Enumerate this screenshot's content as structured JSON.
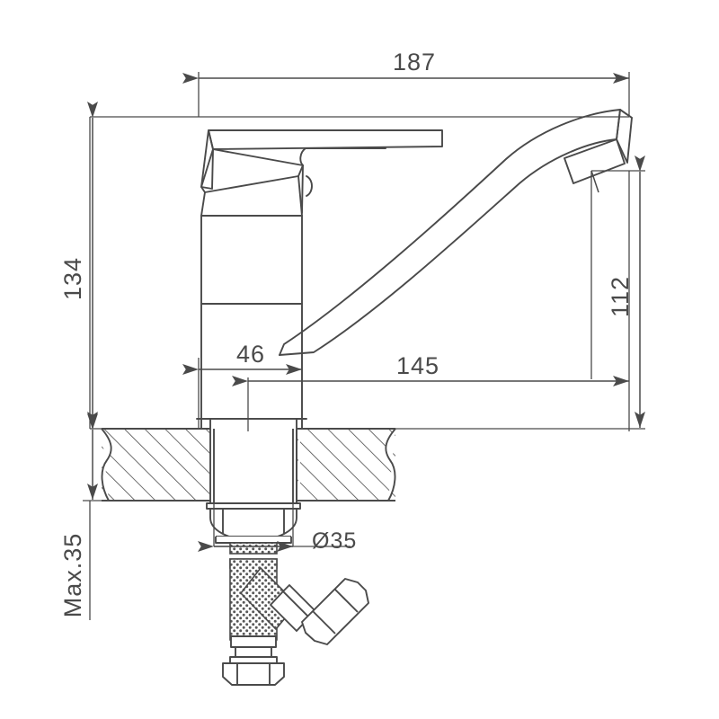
{
  "document": {
    "type": "technical-drawing",
    "subject": "single-lever basin mixer faucet",
    "view": "side elevation with section",
    "units": "mm",
    "background_color": "#ffffff",
    "line_color": "#4a4a4a",
    "text_color": "#4a4a4a"
  },
  "dimensions": {
    "overall_width": {
      "label": "187",
      "orientation": "horizontal",
      "position": "top"
    },
    "overall_height": {
      "label": "134",
      "orientation": "vertical",
      "position": "left"
    },
    "spout_height": {
      "label": "112",
      "orientation": "vertical",
      "position": "right"
    },
    "body_offset": {
      "label": "46",
      "orientation": "horizontal",
      "position": "middle-left"
    },
    "spout_reach": {
      "label": "145",
      "orientation": "horizontal",
      "position": "middle-right"
    },
    "mounting_hole": {
      "label": "Ø35",
      "orientation": "horizontal",
      "position": "bottom"
    },
    "deck_thickness": {
      "label": "Max.35",
      "orientation": "vertical-rotated",
      "position": "bottom-left"
    }
  },
  "components": {
    "lever_handle": "lever-handle",
    "cartridge_body": "cartridge-body",
    "spout": "curved-spout",
    "aerator": "aerator-tip",
    "countertop": "hatched-countertop-section",
    "shank": "threaded-shank",
    "lock_nut": "hex-lock-nut",
    "supply_hose": "braided-supply-hose",
    "hose_fitting": "hose-fitting-nut"
  }
}
